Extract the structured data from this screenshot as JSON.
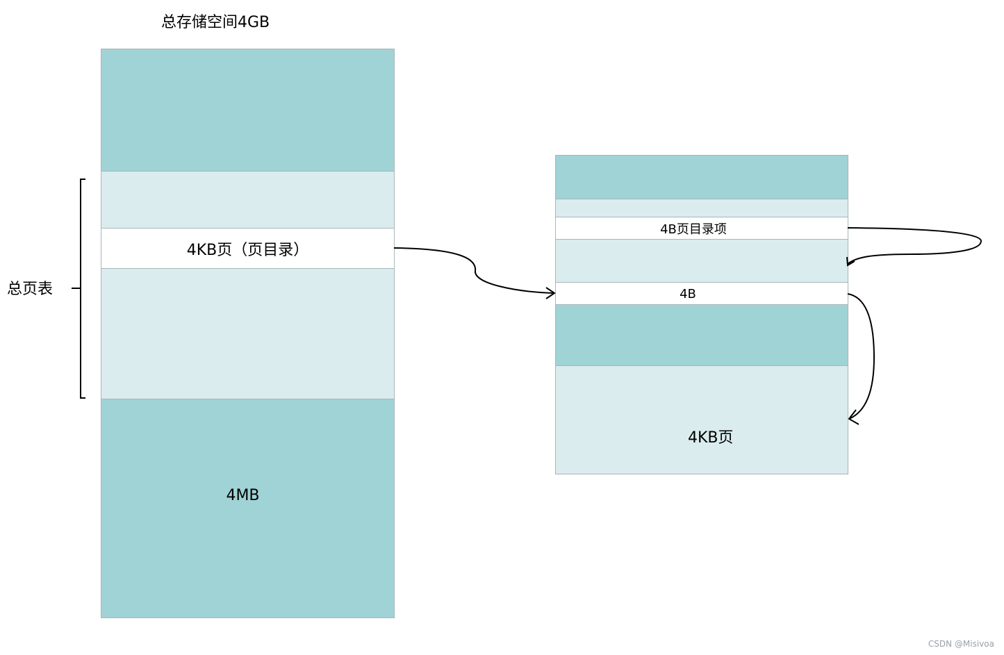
{
  "title": "总存储空间4GB",
  "left_stack": {
    "side_label": "总页表",
    "page_directory_label": "4KB页（页目录）",
    "bottom_label": "4MB"
  },
  "right_stack": {
    "entry_label": "4B页目录项",
    "small_label": "4B",
    "page_label": "4KB页"
  },
  "watermark": "CSDN @Misivoa",
  "colors": {
    "dark_block": "#a0d3d6",
    "light_block": "#daecee",
    "border": "#a7b6b9",
    "line": "#000000"
  }
}
